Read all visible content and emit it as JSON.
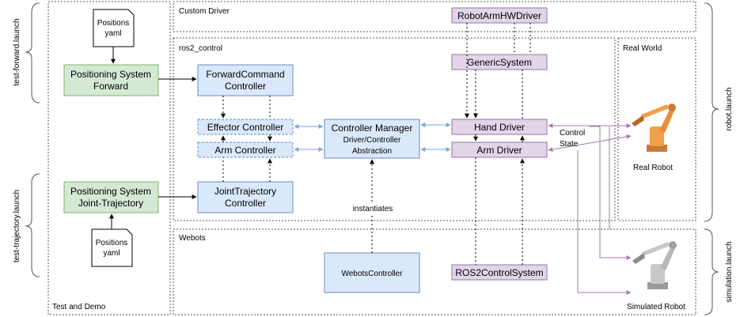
{
  "regions": {
    "test_and_demo": "Test and Demo",
    "custom_driver": "Custom Driver",
    "ros2_control": "ros2_control",
    "real_world": "Real World",
    "webots": "Webots"
  },
  "side_labels": {
    "test_forward": "test-forward.launch",
    "test_trajectory": "test-trajectory.launch",
    "robot": "robot.launch",
    "simulation": "simulation.launch"
  },
  "files": [
    {
      "line1": "Positions",
      "line2": "yaml"
    },
    {
      "line1": "Positions",
      "line2": "yaml"
    }
  ],
  "positioning": {
    "forward": {
      "line1": "Positioning System",
      "line2": "Forward"
    },
    "trajectory": {
      "line1": "Positioning System",
      "line2": "Joint-Trajectory"
    }
  },
  "controllers": {
    "forward_command": {
      "line1": "ForwardCommand",
      "line2": "Controller"
    },
    "effector": "Effector Controller",
    "arm": "Arm Controller",
    "joint_trajectory": {
      "line1": "JointTrajectory",
      "line2": "Controller"
    },
    "manager": {
      "line1": "Controller Manager",
      "line2": "Driver/Controller",
      "line3": "Abstraction"
    }
  },
  "drivers": {
    "hw_driver": "RobotArmHWDriver",
    "generic_system": "GenericSystem",
    "hand_driver": "Hand Driver",
    "arm_driver": "Arm Driver",
    "ros2_control_system": "ROS2ControlSystem"
  },
  "webots_controller": "WebotsController",
  "edge_labels": {
    "instantiates": "instantiates",
    "control": "Control",
    "state": "State"
  },
  "robots": {
    "real": "Real Robot",
    "simulated": "Simulated Robot"
  },
  "colors": {
    "green_fill": "#d5e8d4",
    "blue_fill": "#dae8fc",
    "purple_fill": "#e1d5e7",
    "link_blue": "#7ea6d6",
    "link_purple": "#a679b6",
    "real_robot": "#f0a04b",
    "sim_robot": "#c8c8c8"
  }
}
